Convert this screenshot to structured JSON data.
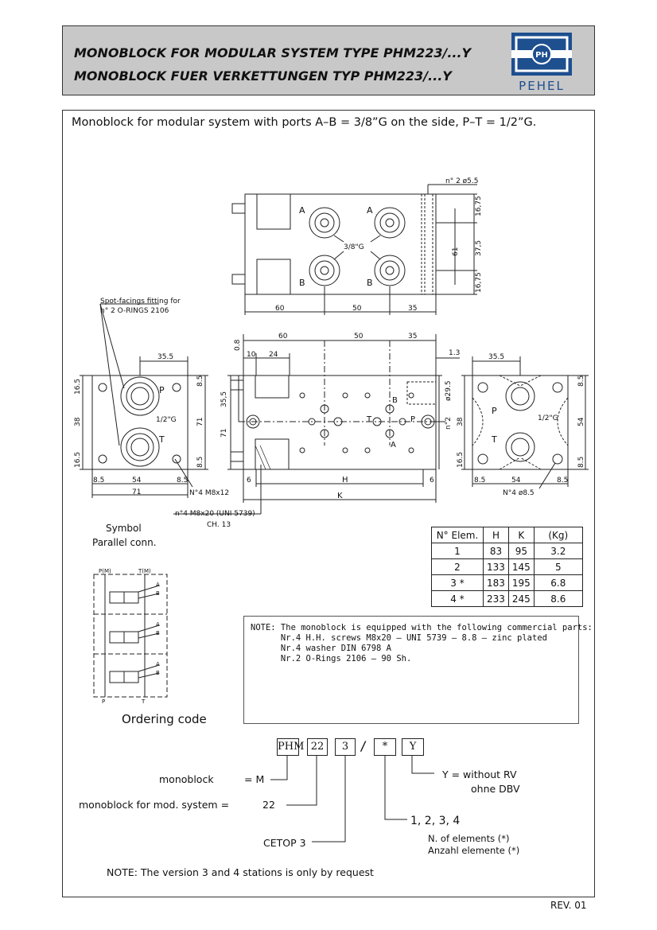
{
  "header": {
    "title_en": "MONOBLOCK FOR MODULAR SYSTEM TYPE PHM223/...Y",
    "title_de": "MONOBLOCK FUER VERKETTUNGEN TYP PHM223/...Y",
    "logo_mark": "PH",
    "logo_text": "PEHEL",
    "brand_color": "#1e4f8f"
  },
  "description": "Monoblock for modular system with ports A–B = 3/8”G on the side, P–T = 1/2”G.",
  "drawing": {
    "top_view": {
      "port_a": "A",
      "port_b": "B",
      "thread": "3/8\"G",
      "holes": "n° 2 ø5.5",
      "dim_16_75": "16,75",
      "dim_37_5": "37,5",
      "dim_61": "61",
      "dim_60": "60",
      "dim_50": "50",
      "dim_35": "35"
    },
    "left_view": {
      "callout_line1": "Spot-facings fitting for",
      "callout_line2": "n° 2 O-RINGS 2106",
      "port_p": "P",
      "port_t": "T",
      "thread": "1/2\"G",
      "dim_35_5": "35.5",
      "dim_16_5": "16.5",
      "dim_38": "38",
      "dim_71": "71",
      "dim_8_5": "8.5",
      "dim_54": "54",
      "screw": "N°4 M8x12"
    },
    "front_view": {
      "dim_0_8": "0.8",
      "dim_10": "10",
      "dim_24": "24",
      "dim_60": "60",
      "dim_50": "50",
      "dim_35": "35",
      "dim_1_3": "1.3",
      "dim_35_5": "35,5",
      "dim_71": "71",
      "dim_29_5": "ø29.5",
      "n2": "n°2",
      "dim_6": "6",
      "dim_h": "H",
      "dim_k": "K",
      "label_p": "P",
      "label_t": "T",
      "label_a": "A",
      "label_b": "B",
      "screw_line1": "n°4 M8x20 (UNI 5739)",
      "screw_line2": "CH. 13"
    },
    "right_view": {
      "port_p": "P",
      "port_t": "T",
      "thread": "1/2\"G",
      "dim_35_5": "35.5",
      "dim_8_5": "8.5",
      "dim_38": "38",
      "dim_16_5": "16.5",
      "dim_54": "54",
      "holes": "N°4 ø8.5"
    },
    "symbol": {
      "title": "Symbol",
      "subtitle": "Parallel conn.",
      "label_pm": "P(M)",
      "label_tm": "T(M)",
      "label_a": "A",
      "label_b": "B",
      "label_p": "P",
      "label_t": "T"
    }
  },
  "spec_table": {
    "headers": [
      "N° Elem.",
      "H",
      "K",
      "(Kg)"
    ],
    "rows": [
      [
        "1",
        "83",
        "95",
        "3.2"
      ],
      [
        "2",
        "133",
        "145",
        "5"
      ],
      [
        "3 *",
        "183",
        "195",
        "6.8"
      ],
      [
        "4 *",
        "233",
        "245",
        "8.6"
      ]
    ]
  },
  "note": {
    "line1": "NOTE: The monoblock is equipped with the following commercial parts:",
    "line2": "      Nr.4 H.H. screws M8x20 – UNI 5739 – 8.8 – zinc plated",
    "line3": "      Nr.4 washer DIN 6798 A",
    "line4": "      Nr.2 O-Rings 2106 – 90 Sh."
  },
  "ordering": {
    "title": "Ordering code",
    "boxes": [
      "PHM",
      "22",
      "3",
      "/",
      "*",
      "Y"
    ],
    "monoblock_label": "monoblock",
    "monoblock_value": "= M",
    "modsys_label": "monoblock for mod. system =",
    "modsys_value": "22",
    "cetop_label": "CETOP 3",
    "elements_values": "1, 2, 3, 4",
    "elements_en": "N. of elements (*)",
    "elements_de": "Anzahl elemente (*)",
    "y_line1": "Y = without RV",
    "y_line2": "ohne DBV",
    "version_note": "NOTE: The version 3 and 4 stations is only by request"
  },
  "footer": {
    "revision": "REV. 01"
  }
}
